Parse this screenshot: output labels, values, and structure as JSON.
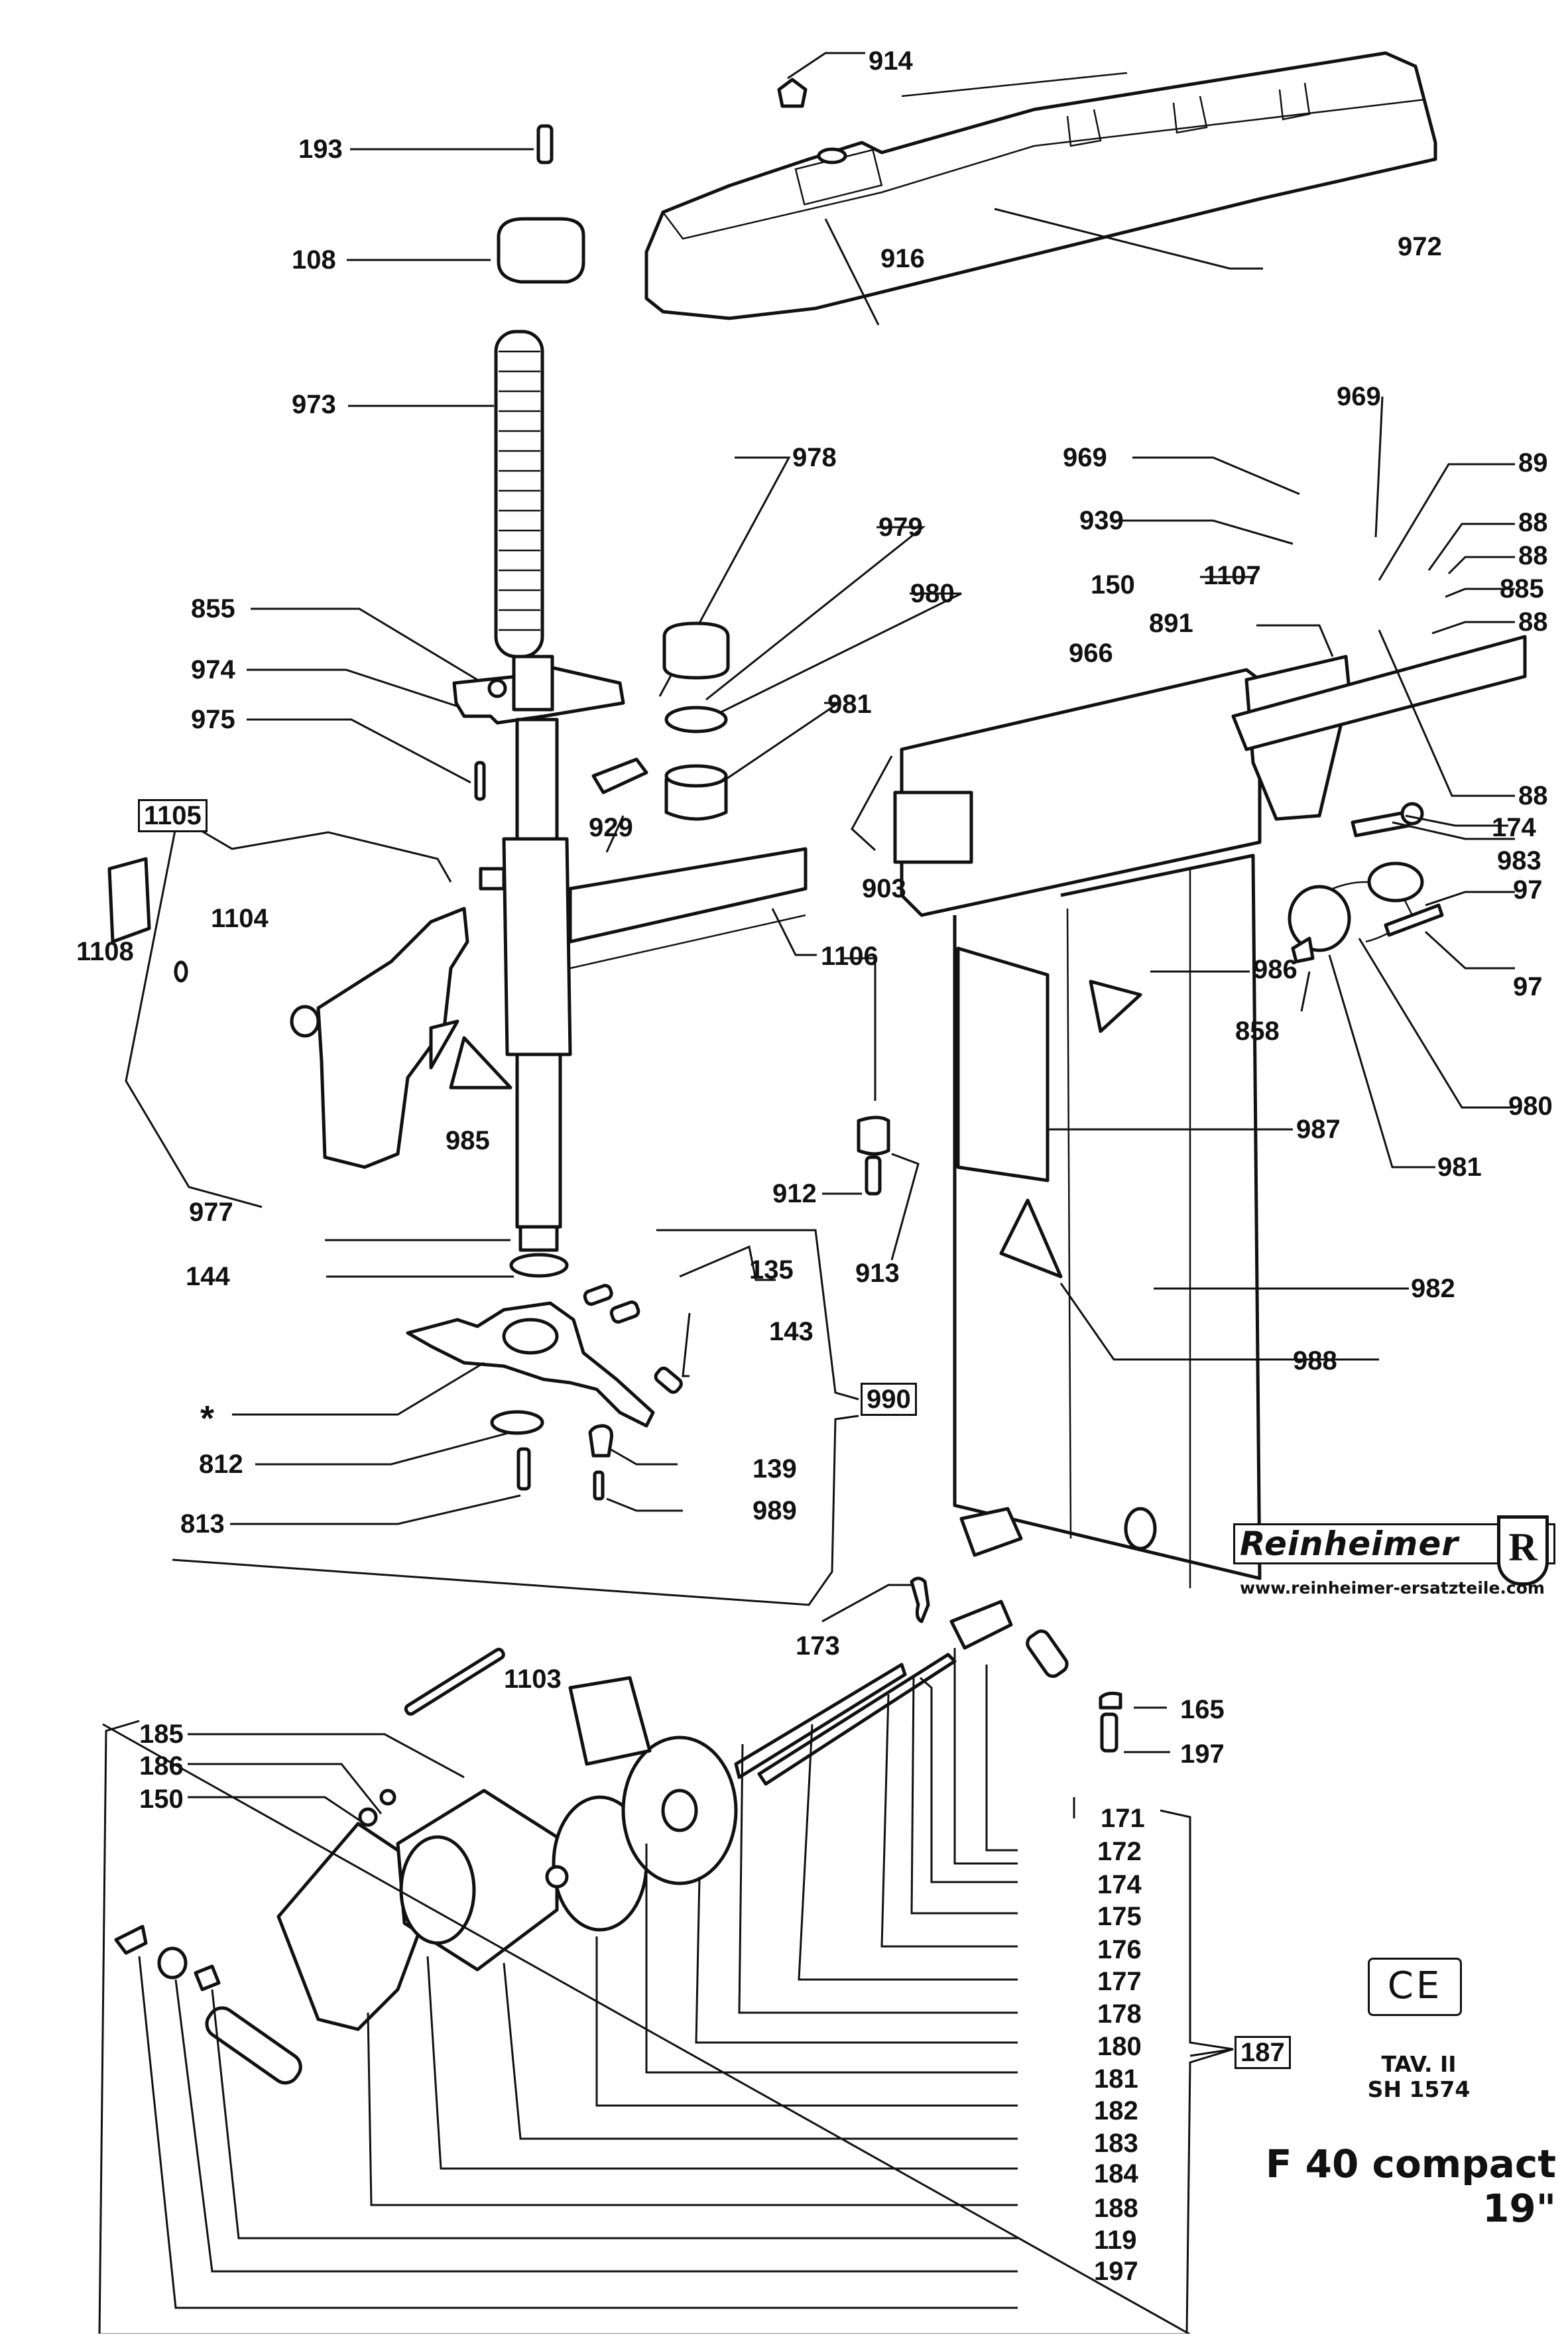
{
  "document": {
    "type": "exploded parts diagram",
    "model": "F 40 compact",
    "size": "19\"",
    "sheet": "TAV. II",
    "sheet_code": "SH 1574",
    "mark": "CE"
  },
  "brand": {
    "name": "Reinheimer",
    "emblem": "R",
    "url": "www.reinheimer-ersatzteile.com"
  },
  "labels": {
    "p914": "914",
    "p193": "193",
    "p108": "108",
    "p972": "972",
    "p916": "916",
    "p973": "973",
    "p969a": "969",
    "p969b": "969",
    "p978": "978",
    "p979": "979",
    "p939": "939",
    "p89x": "89",
    "p88xa": "88",
    "p1107": "1107",
    "p88xb": "88",
    "p150a": "150",
    "p885": "885",
    "p855": "855",
    "p980a": "980",
    "p891": "891",
    "p88xc": "88",
    "p966": "966",
    "p974": "974",
    "p981a": "981",
    "p975": "975",
    "p88xd": "88",
    "p929": "929",
    "p903": "903",
    "p174a": "174",
    "p983": "983",
    "p1105": "1105",
    "p97xa": "97",
    "p1108": "1108",
    "p1104": "1104",
    "p1106": "1106",
    "p986": "986",
    "p97xb": "97",
    "p858": "858",
    "p980b": "980",
    "p985": "985",
    "p987": "987",
    "p981b": "981",
    "p977": "977",
    "p912": "912",
    "p913": "913",
    "p144": "144",
    "p135": "135",
    "p982": "982",
    "p143": "143",
    "p988": "988",
    "p_star": "*",
    "p990": "990",
    "p812": "812",
    "p139": "139",
    "p813": "813",
    "p989": "989",
    "p173": "173",
    "p1103": "1103",
    "p165": "165",
    "p197a": "197",
    "p185": "185",
    "p186": "186",
    "p150b": "150"
  },
  "kit_187": {
    "label": "187",
    "items": [
      "171",
      "172",
      "174",
      "175",
      "176",
      "177",
      "178",
      "180",
      "181",
      "182",
      "183",
      "184",
      "188",
      "119",
      "197"
    ]
  },
  "kit_990": {
    "label": "990"
  },
  "kit_1105": {
    "label": "1105"
  }
}
